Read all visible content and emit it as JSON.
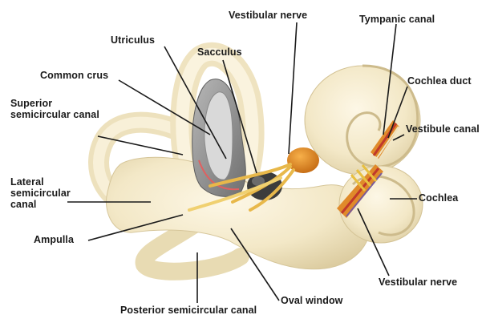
{
  "diagram": {
    "labels": {
      "vestibular_nerve_top": "Vestibular nerve",
      "tympanic_canal": "Tympanic canal",
      "utriculus": "Utriculus",
      "sacculus": "Sacculus",
      "common_crus": "Common crus",
      "cochlea_duct": "Cochlea duct",
      "superior_canal": "Superior\nsemicircular canal",
      "vestibule_canal": "Vestibule canal",
      "lateral_canal": "Lateral\nsemicircular\ncanal",
      "cochlea": "Cochlea",
      "ampulla": "Ampulla",
      "vestibular_nerve_bottom": "Vestibular nerve",
      "oval_window": "Oval window",
      "posterior_canal": "Posterior semicircular canal"
    }
  }
}
